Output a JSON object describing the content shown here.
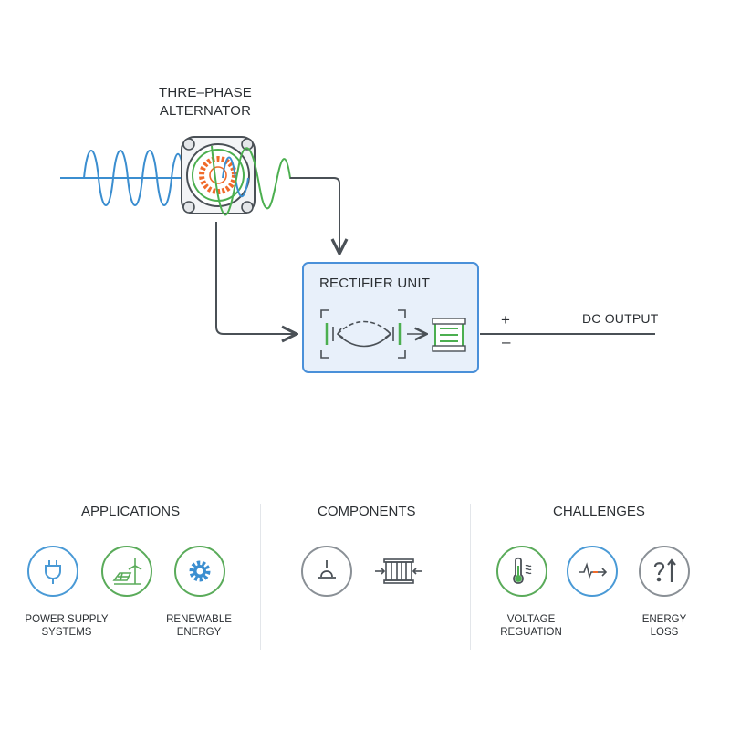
{
  "diagram": {
    "alternator_title": "THRE–PHASE ALTERNATOR",
    "rectifier_title": "RECTIFIER UNIT",
    "plus_sign": "+",
    "minus_sign": "–",
    "dc_output_label": "DC OUTPUT",
    "colors": {
      "wave_blue": "#3b8ed0",
      "wave_green": "#4caf50",
      "stator_orange": "#f06a2a",
      "rectifier_fill": "#e8f0fa",
      "rectifier_border": "#4a90d9",
      "line": "#4a5056"
    }
  },
  "sections": [
    {
      "title": "APPLICATIONS",
      "items": [
        {
          "icon": "plug-icon",
          "caption": "POWER SUPPLY SYSTEMS"
        },
        {
          "icon": "solar-wind-icon",
          "caption": ""
        },
        {
          "icon": "gear-icon",
          "caption": "RENEWABLE ENERGY"
        }
      ]
    },
    {
      "title": "COMPONENTS",
      "items": [
        {
          "icon": "diode-icon",
          "caption": ""
        },
        {
          "icon": "transformer-icon",
          "caption": ""
        }
      ]
    },
    {
      "title": "CHALLENGES",
      "items": [
        {
          "icon": "thermometer-icon",
          "caption": "VOLTAGE REGUATION"
        },
        {
          "icon": "waveform-icon",
          "caption": ""
        },
        {
          "icon": "question-arrow-icon",
          "caption": "ENERGY LOSS"
        }
      ]
    }
  ]
}
